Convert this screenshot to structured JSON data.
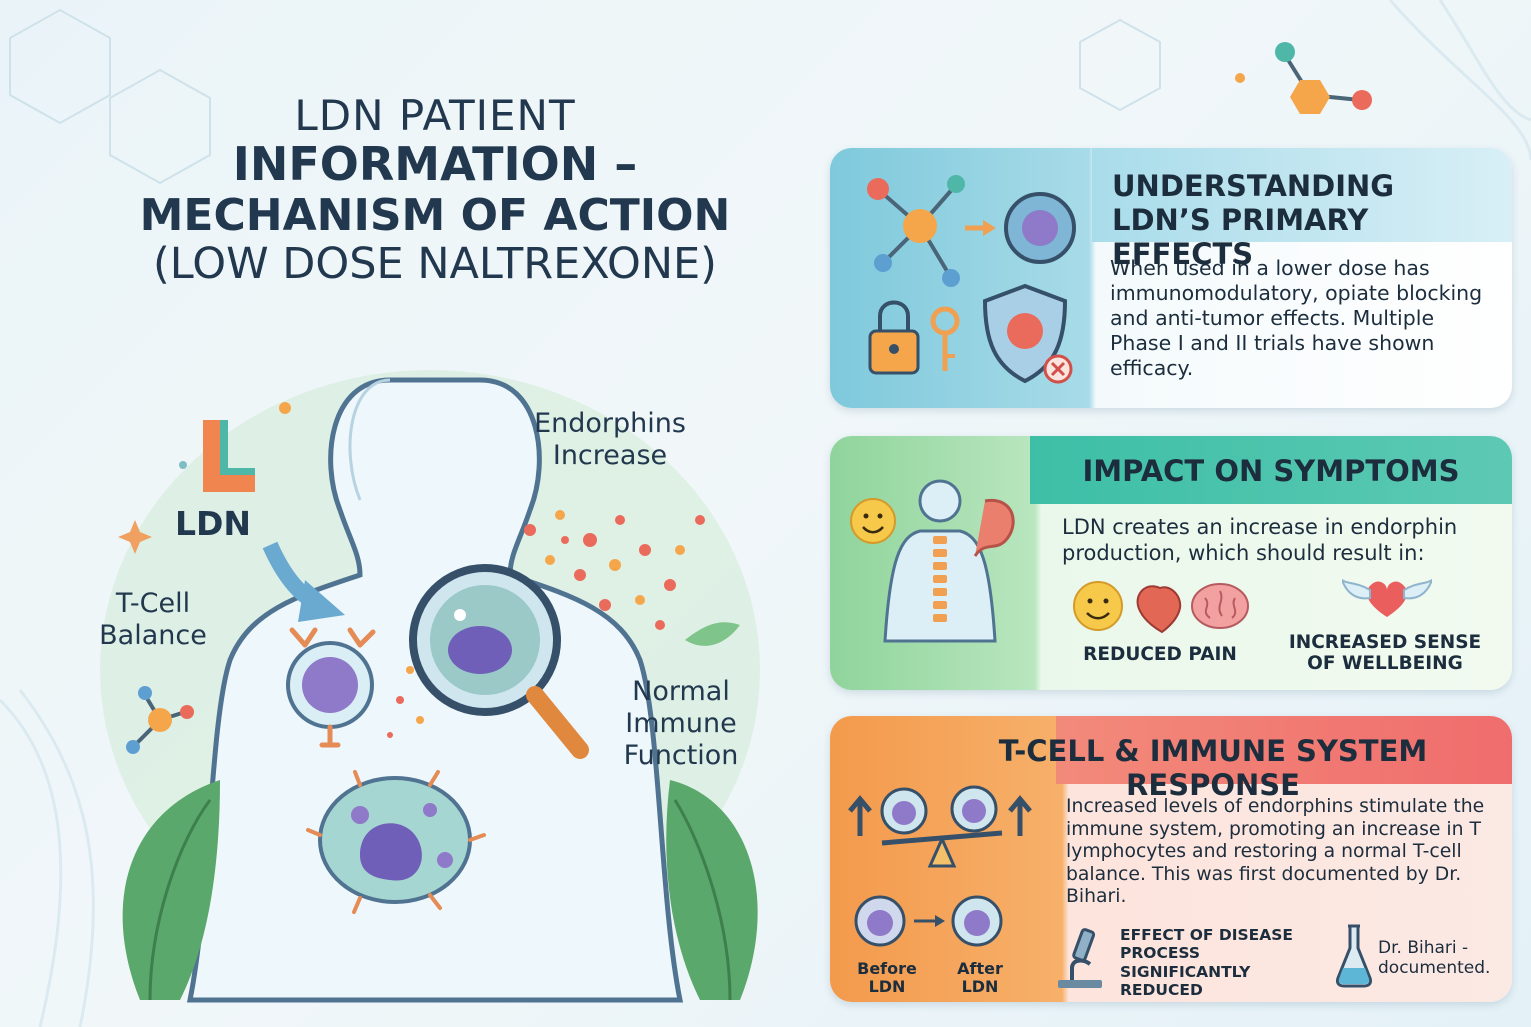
{
  "title": {
    "line1": "LDN PATIENT",
    "line2": "INFORMATION –",
    "line3": "MECHANISM OF ACTION",
    "line4": "(LOW DOSE NALTREXONE)"
  },
  "figure": {
    "ldn_label": "LDN",
    "endorphins_label": "Endorphins Increase",
    "tcell_label": "T-Cell Balance",
    "immune_label": "Normal Immune Function"
  },
  "cards": {
    "primary": {
      "heading": "UNDERSTANDING LDN’S PRIMARY EFFECTS",
      "body": "When used in a lower dose has immunomodulatory, opiate blocking and anti-tumor effects. Multiple Phase I and II trials have shown efficacy."
    },
    "symptoms": {
      "heading": "IMPACT ON SYMPTOMS",
      "body": "LDN creates an increase in endorphin production, which should result in:",
      "item1": "REDUCED PAIN",
      "item2": "INCREASED SENSE OF WELLBEING"
    },
    "tcell": {
      "heading": "T-CELL & IMMUNE SYSTEM RESPONSE",
      "body": "Increased levels of endorphins stimulate the immune system, promoting an increase in T lymphocytes and restoring a normal T-cell balance. This was first documented by Dr. Bihari.",
      "before": "Before LDN",
      "after": "After LDN",
      "effect": "EFFECT OF DISEASE PROCESS SIGNIFICANTLY REDUCED",
      "doc": "Dr. Bihari - documented."
    }
  },
  "colors": {
    "title": "#22384e",
    "card1_accent": "#7ec9dc",
    "card2_accent": "#3dbfa6",
    "card3_accent": "#f06d6d",
    "orange": "#f39a4c"
  }
}
